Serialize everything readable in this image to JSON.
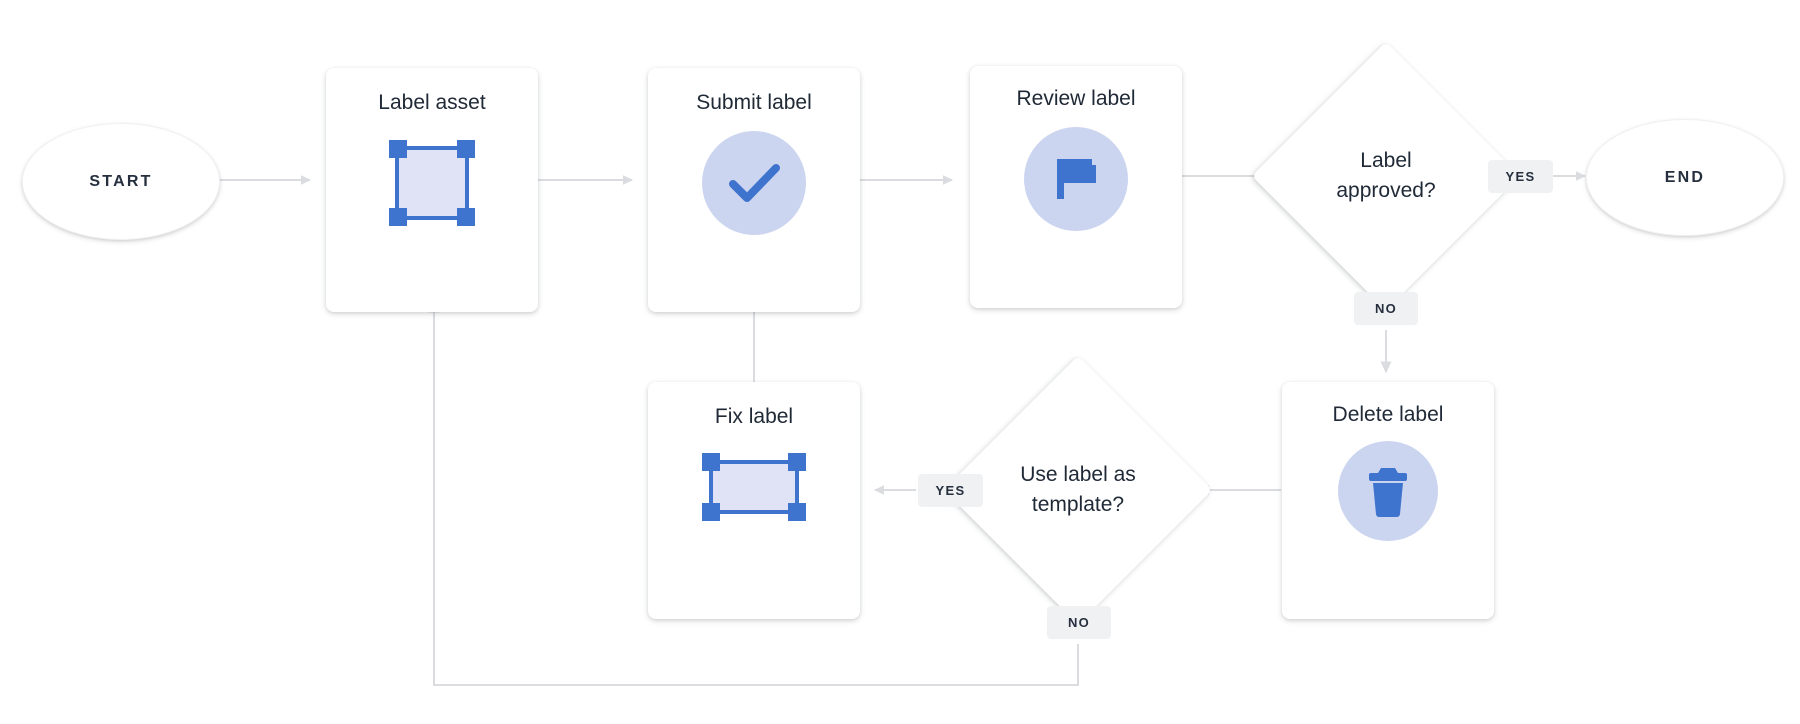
{
  "diagram": {
    "title": "Asset labeling review workflow",
    "type": "flowchart",
    "colors": {
      "accent_blue": "#3f74ce",
      "icon_circle": "#ccd5f0",
      "bbox_fill": "#dfe3f5",
      "edge": "#dadce0",
      "label_chip_bg": "#eff1f3",
      "text": "#202a37"
    },
    "nodes": [
      {
        "id": "start",
        "shape": "terminator",
        "label": "START"
      },
      {
        "id": "label_asset",
        "shape": "process",
        "label": "Label asset",
        "icon": "bounding-box-square-icon"
      },
      {
        "id": "submit_label",
        "shape": "process",
        "label": "Submit label",
        "icon": "check-circle-icon"
      },
      {
        "id": "review_label",
        "shape": "process",
        "label": "Review label",
        "icon": "flag-circle-icon"
      },
      {
        "id": "label_approved",
        "shape": "decision",
        "label": "Label\napproved?"
      },
      {
        "id": "end",
        "shape": "terminator",
        "label": "END"
      },
      {
        "id": "delete_label",
        "shape": "process",
        "label": "Delete label",
        "icon": "trash-circle-icon"
      },
      {
        "id": "use_template",
        "shape": "decision",
        "label": "Use label as\ntemplate?"
      },
      {
        "id": "fix_label",
        "shape": "process",
        "label": "Fix label",
        "icon": "bounding-box-wide-icon"
      }
    ],
    "edges": [
      {
        "from": "start",
        "to": "label_asset",
        "label": ""
      },
      {
        "from": "label_asset",
        "to": "submit_label",
        "label": ""
      },
      {
        "from": "submit_label",
        "to": "review_label",
        "label": ""
      },
      {
        "from": "review_label",
        "to": "label_approved",
        "label": ""
      },
      {
        "from": "label_approved",
        "to": "end",
        "label": "YES"
      },
      {
        "from": "label_approved",
        "to": "delete_label",
        "label": "NO"
      },
      {
        "from": "delete_label",
        "to": "use_template",
        "label": ""
      },
      {
        "from": "use_template",
        "to": "fix_label",
        "label": "YES"
      },
      {
        "from": "fix_label",
        "to": "submit_label",
        "label": ""
      },
      {
        "from": "use_template",
        "to": "label_asset",
        "label": "NO"
      }
    ]
  },
  "labels": {
    "start": "START",
    "end": "END",
    "label_asset": "Label asset",
    "submit_label": "Submit label",
    "review_label": "Review label",
    "label_approved": "Label\napproved?",
    "delete_label": "Delete label",
    "use_template": "Use label as\ntemplate?",
    "fix_label": "Fix label",
    "yes_approved": "YES",
    "no_approved": "NO",
    "yes_template": "YES",
    "no_template": "NO"
  }
}
